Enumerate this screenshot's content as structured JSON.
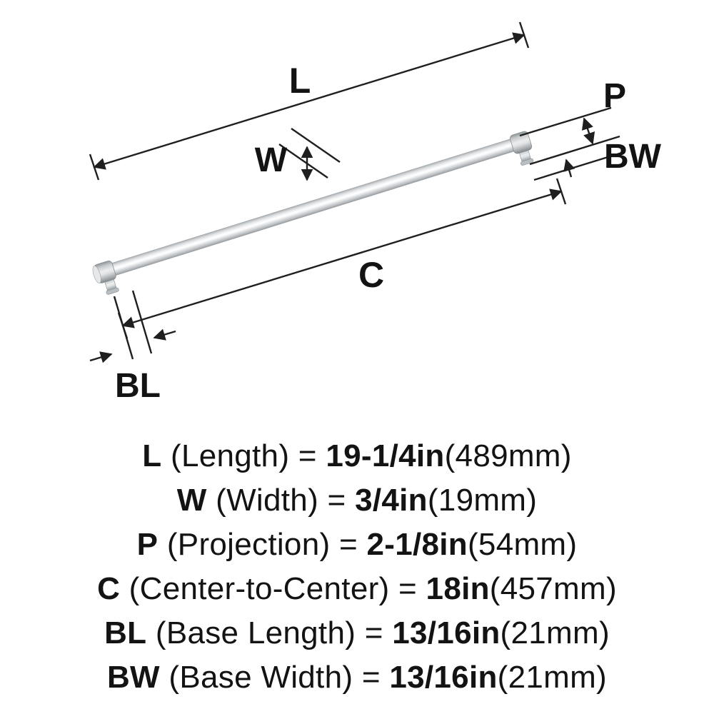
{
  "diagram": {
    "dim_labels": {
      "L": "L",
      "W": "W",
      "P": "P",
      "C": "C",
      "BL": "BL",
      "BW": "BW"
    }
  },
  "specs": [
    {
      "abbr": "L",
      "label": " (Length) = ",
      "value": "19-1/4in",
      "metric": "(489mm)"
    },
    {
      "abbr": "W",
      "label": " (Width) = ",
      "value": "3/4in",
      "metric": "(19mm)"
    },
    {
      "abbr": "P",
      "label": " (Projection) = ",
      "value": "2-1/8in",
      "metric": "(54mm)"
    },
    {
      "abbr": "C",
      "label": " (Center-to-Center) = ",
      "value": "18in",
      "metric": "(457mm)"
    },
    {
      "abbr": "BL",
      "label": " (Base Length) = ",
      "value": "13/16in",
      "metric": "(21mm)"
    },
    {
      "abbr": "BW",
      "label": " (Base Width) = ",
      "value": "13/16in",
      "metric": "(21mm)"
    }
  ],
  "colors": {
    "line": "#1f1f1f",
    "text": "#131313",
    "metal_light": "#ffffff",
    "metal_dark": "#969ba0"
  }
}
